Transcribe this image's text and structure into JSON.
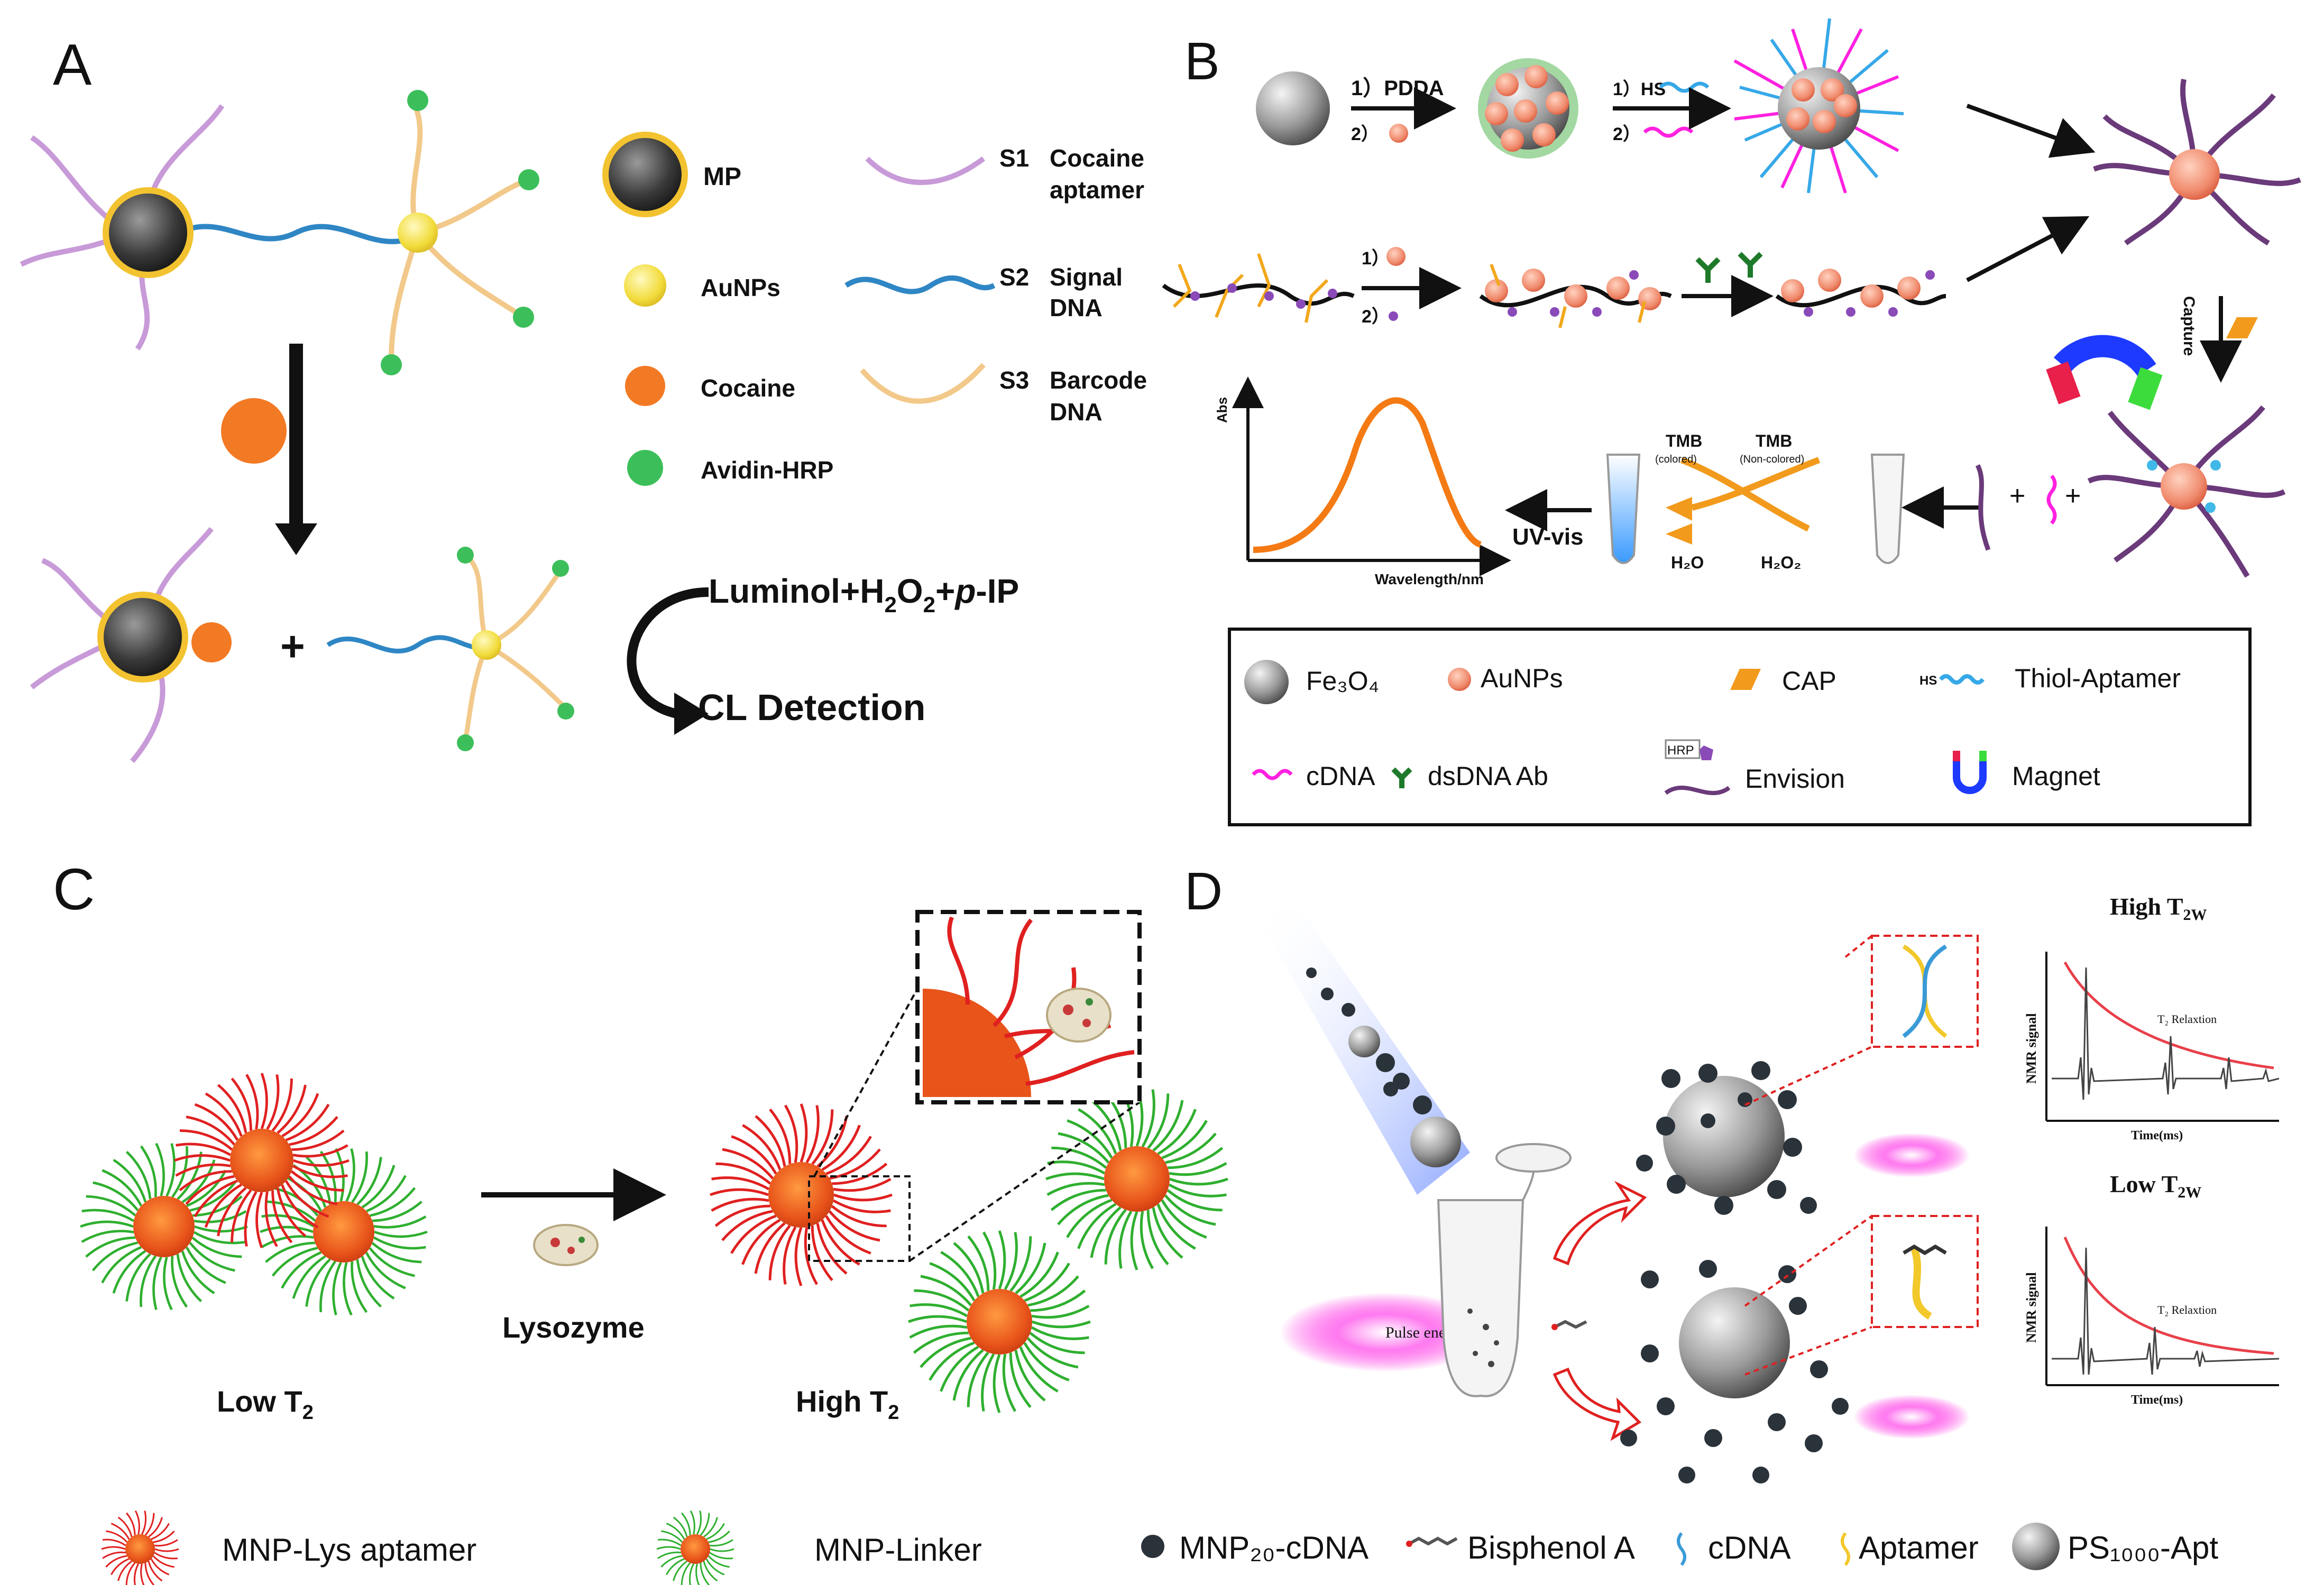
{
  "panels": {
    "A": {
      "label": "A",
      "legend": {
        "mp": "MP",
        "aunps": "AuNPs",
        "cocaine": "Cocaine",
        "avidin": "Avidin-HRP",
        "s1_id": "S1",
        "s1_l1": "Cocaine",
        "s1_l2": "aptamer",
        "s2_id": "S2",
        "s2_l1": "Signal",
        "s2_l2": "DNA",
        "s3_id": "S3",
        "s3_l1": "Barcode",
        "s3_l2": "DNA"
      },
      "plus": "+",
      "reagent_main": "Luminol+H",
      "reagent_sub1": "2",
      "reagent_mid": "O",
      "reagent_sub2": "2",
      "reagent_plus": "+",
      "reagent_italic": "p",
      "reagent_tail": "-IP",
      "detection": "CL Detection"
    },
    "B": {
      "label": "B",
      "step1_1": "1）PDDA",
      "step1_2": "2）",
      "step2_1": "1）HS",
      "step2_2": "2）",
      "step3_1": "1）",
      "step3_2": "2）",
      "capture": "Capture",
      "plot_y": "Abs",
      "plot_x": "Wavelength/nm",
      "uvvis": "UV-vis",
      "tmb_left": "TMB",
      "tmb_left_sub": "(colored)",
      "tmb_right": "TMB",
      "tmb_right_sub": "(Non-colored)",
      "h2o": "H₂O",
      "h2o2": "H₂O₂",
      "plus1": "+",
      "plus2": "+",
      "legend": {
        "fe3o4": "Fe₃O₄",
        "aunps": "AuNPs",
        "cap": "CAP",
        "hs": "HS",
        "thiol": "Thiol-Aptamer",
        "cdna": "cDNA",
        "dsdna": "dsDNA Ab",
        "hrp": "HRP",
        "envision": "Envision",
        "magnet": "Magnet"
      }
    },
    "C": {
      "label": "C",
      "lysozyme": "Lysozyme",
      "low": "Low T",
      "low_sub": "2",
      "high": "High T",
      "high_sub": "2",
      "legend_lys": "MNP-Lys aptamer",
      "legend_linker": "MNP-Linker"
    },
    "D": {
      "label": "D",
      "high_t2w": "High T",
      "high_sub": "2W",
      "low_t2w": "Low T",
      "low_sub": "2W",
      "relax1": "T₂ Relaxtion",
      "relax2": "T₂ Relaxtion",
      "nmr1": "NMR signal",
      "nmr2": "NMR signal",
      "time1": "Time(ms)",
      "time2": "Time(ms)",
      "pulse": "Pulse energy",
      "legend": {
        "mnp": "MNP₂₀-cDNA",
        "bpa": "Bisphenol A",
        "cdna": "cDNA",
        "aptamer": "Aptamer",
        "ps": "PS₁₀₀₀-Apt"
      }
    }
  },
  "colors": {
    "aptamer_purple": "#c89ad8",
    "signal_blue": "#2f86c4",
    "barcode_tan": "#f2c98a",
    "gold": "#f2dc3c",
    "cocaine_orange": "#f27a24",
    "avidin_green": "#3cbf5a",
    "mnp_red": "#e02020",
    "mnp_green": "#2faf2f",
    "magenta": "#ff20e0",
    "curve_orange": "#f47a14",
    "relax_red": "#e8404a"
  }
}
